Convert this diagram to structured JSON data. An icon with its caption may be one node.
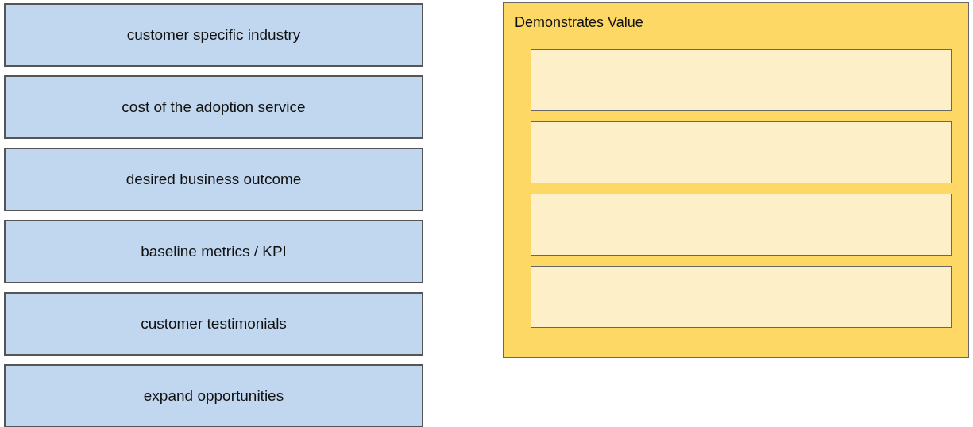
{
  "diagram": {
    "nodes": [
      {
        "text": [
          "customer specific industry"
        ]
      },
      {
        "text": [
          "cost of the adoption service"
        ]
      },
      {
        "text": [
          "desired business outcome"
        ]
      },
      {
        "text": [
          "baseline metrics / KPI"
        ]
      },
      {
        "text": [
          "customer testimonials"
        ]
      },
      {
        "text": [
          "expand opportunities"
        ]
      },
      {
        "text": [
          "Demonstrates Value"
        ]
      },
      {
        "text": [],
        "shape": "box",
        "in": 6
      },
      {
        "text": [],
        "shape": "box",
        "in": 6
      },
      {
        "text": [],
        "shape": "box",
        "in": 6
      },
      {
        "text": [],
        "shape": "box",
        "in": 6
      }
    ]
  }
}
